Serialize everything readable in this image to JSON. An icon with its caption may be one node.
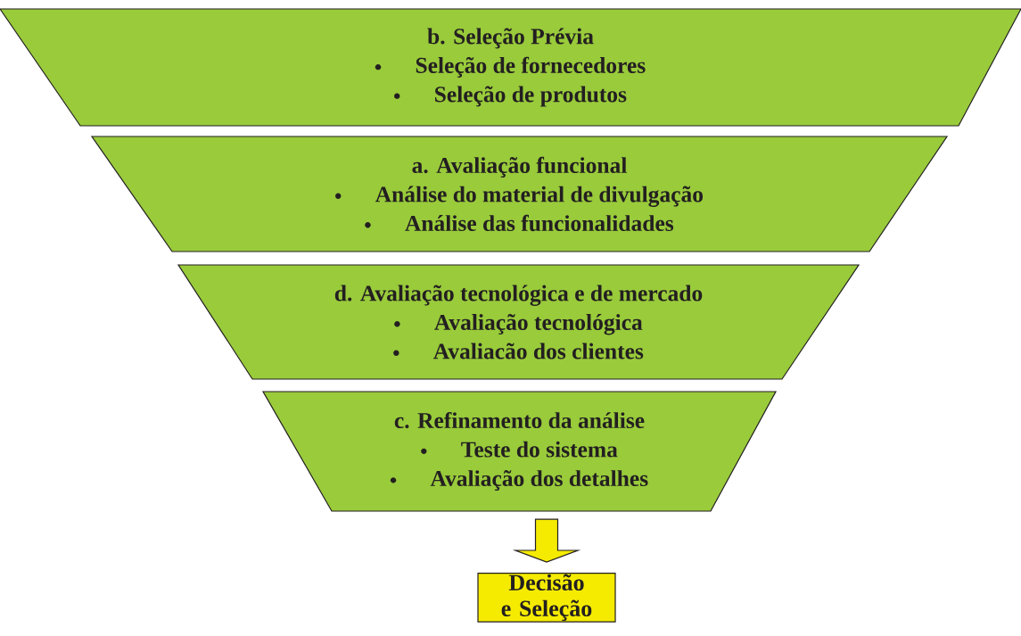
{
  "diagram": {
    "nodes": [
      {
        "text": [
          "b. Seleção Prévia",
          "Seleção de fornecedores",
          "Seleção de produtos"
        ]
      },
      {
        "text": [
          "a. Avaliação funcional",
          "Análise do material de divulgação",
          "Análise das funcionalidades"
        ]
      },
      {
        "text": [
          "d. Avaliação tecnológica e de mercado",
          "Avaliação tecnológica",
          "Avaliacão dos clientes"
        ]
      },
      {
        "text": [
          "c. Refinamento da análise",
          "Teste do sistema",
          "Avaliação dos detalhes"
        ]
      },
      {
        "text": [
          "Decisão e Seleção"
        ]
      }
    ],
    "edges": [
      {
        "from": 3,
        "to": 4,
        "arrow": "to"
      }
    ]
  }
}
